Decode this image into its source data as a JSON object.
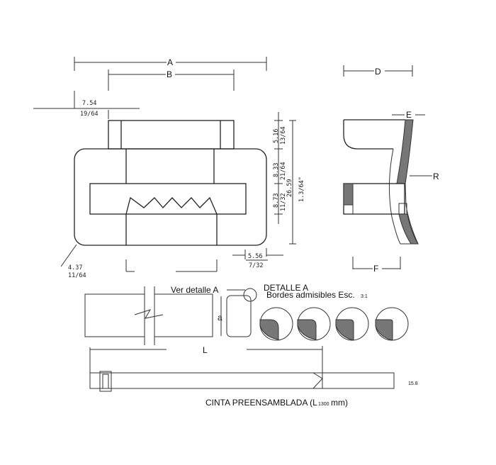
{
  "labels": {
    "A": "A",
    "B": "B",
    "D": "D",
    "E": "E",
    "F": "F",
    "R": "R",
    "L": "L",
    "a": "a"
  },
  "dimensions": {
    "d754": "7.54",
    "d754_frac": "19/64",
    "d516": "5.16",
    "d516_frac": "13/64",
    "d833": "8.33",
    "d833_frac": "21/64",
    "d873": "8.73",
    "d873_frac": "11/32",
    "d2659": "26.59",
    "d2659_frac": "1.3/64\"",
    "d437": "4.37",
    "d437_frac": "11/64",
    "d556": "5.56",
    "d556_frac": "7/32",
    "d158": "15.8"
  },
  "notes": {
    "ver_detalle": "Ver detalle A",
    "detalle_title": "DETALLE A",
    "bordes": "Bordes admisibles Esc.",
    "scale": "3:1",
    "cinta": "CINTA PREENSAMBLADA (L",
    "cinta_len": "1300",
    "cinta_unit": "mm)"
  }
}
